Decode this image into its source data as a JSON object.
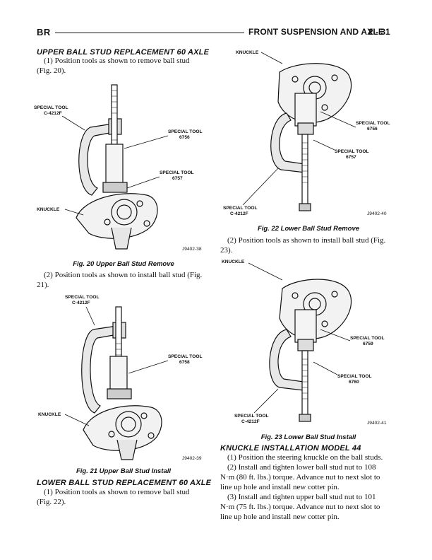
{
  "header": {
    "left": "BR",
    "title": "FRONT SUSPENSION AND AXLE",
    "page": "2 - 31"
  },
  "left_col": {
    "upper_heading": "UPPER BALL STUD REPLACEMENT 60 AXLE",
    "upper_step1_l1": "(1) Position tools as shown to remove ball stud",
    "upper_step1_l2": "(Fig. 20).",
    "fig20": {
      "special_tool": "SPECIAL TOOL",
      "tool_c": "C-4212F",
      "tool_a": "6756",
      "tool_b": "6757",
      "knuckle": "KNUCKLE",
      "code": "J9402-38",
      "caption": "Fig. 20 Upper Ball Stud Remove"
    },
    "upper_step2_l1": "(2) Position tools as shown to install ball stud (Fig.",
    "upper_step2_l2": "21).",
    "fig21": {
      "special_tool": "SPECIAL TOOL",
      "tool_c": "C-4212F",
      "tool_a": "6758",
      "knuckle": "KNUCKLE",
      "code": "J9402-39",
      "caption": "Fig. 21 Upper Ball Stud Install"
    },
    "lower_heading": "LOWER BALL STUD REPLACEMENT 60 AXLE",
    "lower_step1_l1": "(1) Position tools as shown to remove ball stud",
    "lower_step1_l2": "(Fig. 22)."
  },
  "right_col": {
    "fig22": {
      "knuckle": "KNUCKLE",
      "special_tool": "SPECIAL TOOL",
      "tool_a": "6756",
      "tool_b": "6757",
      "tool_c": "C-4212F",
      "code": "J9402-40",
      "caption": "Fig. 22 Lower Ball Stud Remove"
    },
    "lower_step2_l1": "(2) Position tools as shown to install ball stud (Fig.",
    "lower_step2_l2": "23).",
    "fig23": {
      "knuckle": "KNUCKLE",
      "special_tool": "SPECIAL TOOL",
      "tool_a": "6759",
      "tool_b": "6760",
      "tool_c": "C-4212F",
      "code": "J9402-41",
      "caption": "Fig. 23 Lower Ball Stud Install"
    },
    "knuckle_heading": "KNUCKLE INSTALLATION MODEL 44",
    "k_step1": "(1) Position the steering knuckle on the ball studs.",
    "k_step2_l1": "(2) Install and tighten lower ball stud nut to 108",
    "k_step2_l2": "N·m (80 ft. lbs.) torque. Advance nut to next slot to",
    "k_step2_l3": "line up hole and install new cotter pin.",
    "k_step3_l1": "(3) Install and tighten upper ball stud nut to 101",
    "k_step3_l2": "N·m (75 ft. lbs.) torque. Advance nut to next slot to",
    "k_step3_l3": "line up hole and install new cotter pin."
  }
}
